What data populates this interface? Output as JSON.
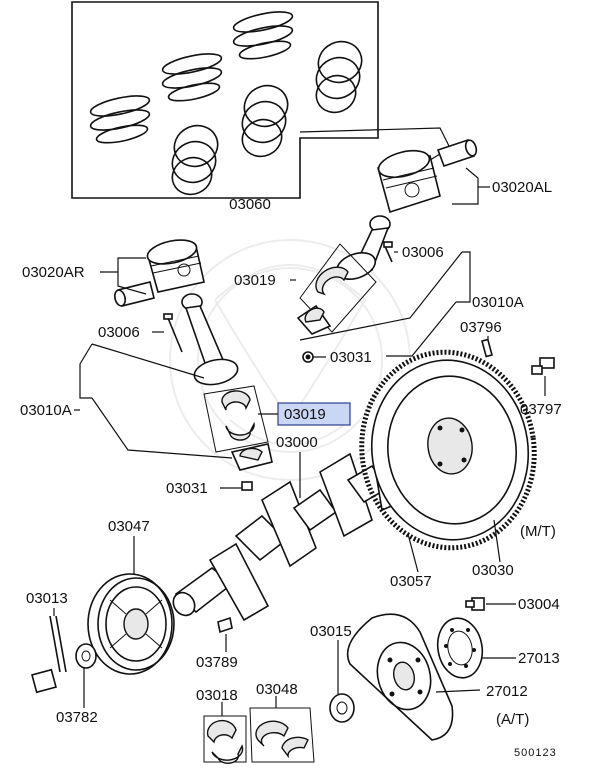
{
  "parts": {
    "p03060": "03060",
    "p03020AL": "03020AL",
    "p03020AR": "03020AR",
    "p03006_right": "03006",
    "p03019_upper": "03019",
    "p03010A_right": "03010A",
    "p03796": "03796",
    "p03006_left": "03006",
    "p03031_upper": "03031",
    "p03797": "03797",
    "p03010A_left": "03010A",
    "p03019_highlighted": "03019",
    "p03000": "03000",
    "p03031_lower": "03031",
    "p03047": "03047",
    "p03057": "03057",
    "p03030": "03030",
    "p03013": "03013",
    "p03015": "03015",
    "p03004": "03004",
    "p03789": "03789",
    "p27013": "27013",
    "p03782": "03782",
    "p03018": "03018",
    "p03048": "03048",
    "p27012": "27012"
  },
  "notes": {
    "manual": "(M/T)",
    "automatic": "(A/T)"
  },
  "diagram_number": "500123",
  "highlight_color": "#c9d6f4"
}
